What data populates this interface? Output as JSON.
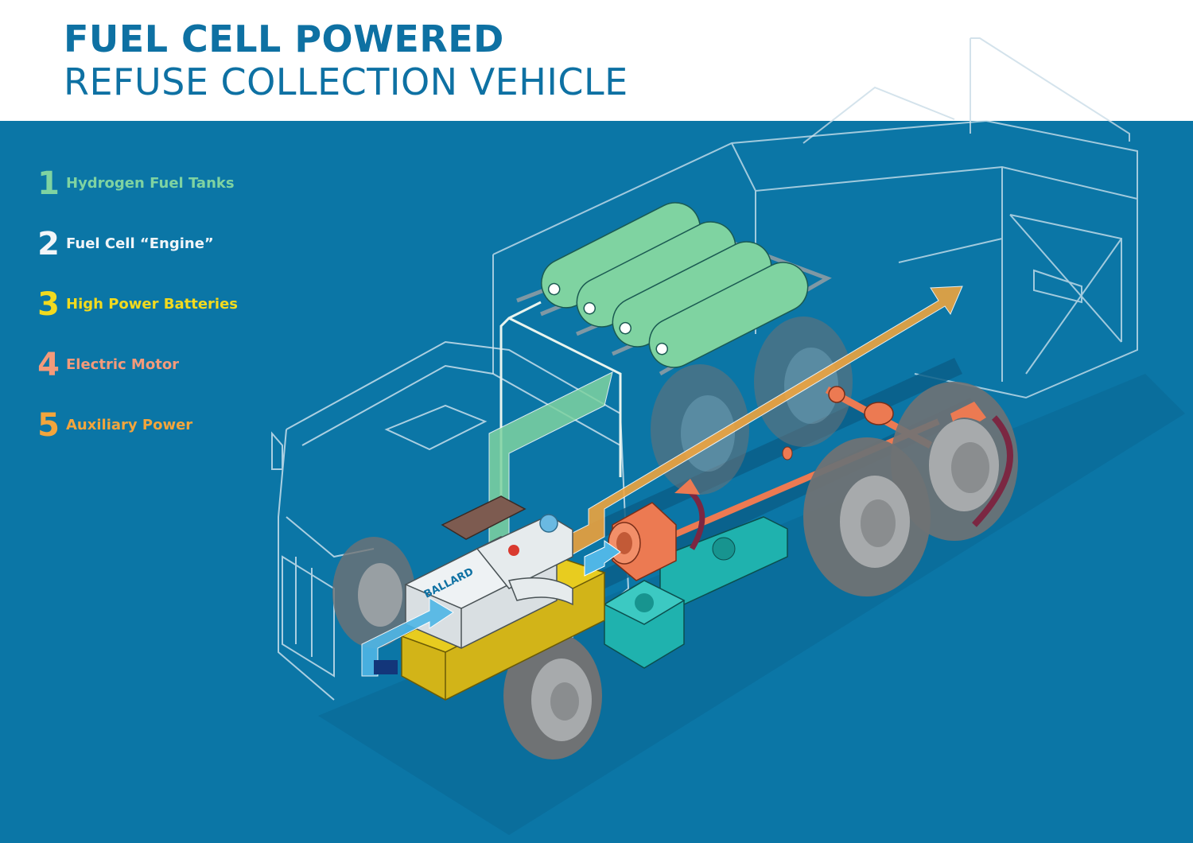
{
  "title": {
    "line1": "FUEL CELL POWERED",
    "line2": "REFUSE COLLECTION VEHICLE"
  },
  "legend": {
    "items": [
      {
        "number": "1",
        "label": "Hydrogen Fuel Tanks",
        "color": "#7fd3a1"
      },
      {
        "number": "2",
        "label": "Fuel Cell “Engine”",
        "color": "#f1f5f8"
      },
      {
        "number": "3",
        "label": "High Power Batteries",
        "color": "#f2da1e"
      },
      {
        "number": "4",
        "label": "Electric Motor",
        "color": "#f49a7a"
      },
      {
        "number": "5",
        "label": "Auxiliary Power",
        "color": "#f3a53c"
      }
    ]
  },
  "fuel_cell_brand": "BALLARD",
  "colors": {
    "title_blue": "#0e71a3",
    "background_blue": "#0b76a6",
    "hydrogen_green": "#7fd3a1",
    "battery_yellow": "#e0c21a",
    "motor_orange": "#ec7a52",
    "auxiliary_orange": "#f3a53c",
    "air_flow_blue": "#4fb6e6",
    "auxiliary_unit_teal": "#1fb2ae",
    "tire_gray": "#8a8d8f"
  },
  "icons": [
    "hydrogen-tank-icon",
    "fuel-cell-icon",
    "battery-icon",
    "electric-motor-icon",
    "auxiliary-power-unit-icon",
    "rotation-arrow-icon"
  ]
}
